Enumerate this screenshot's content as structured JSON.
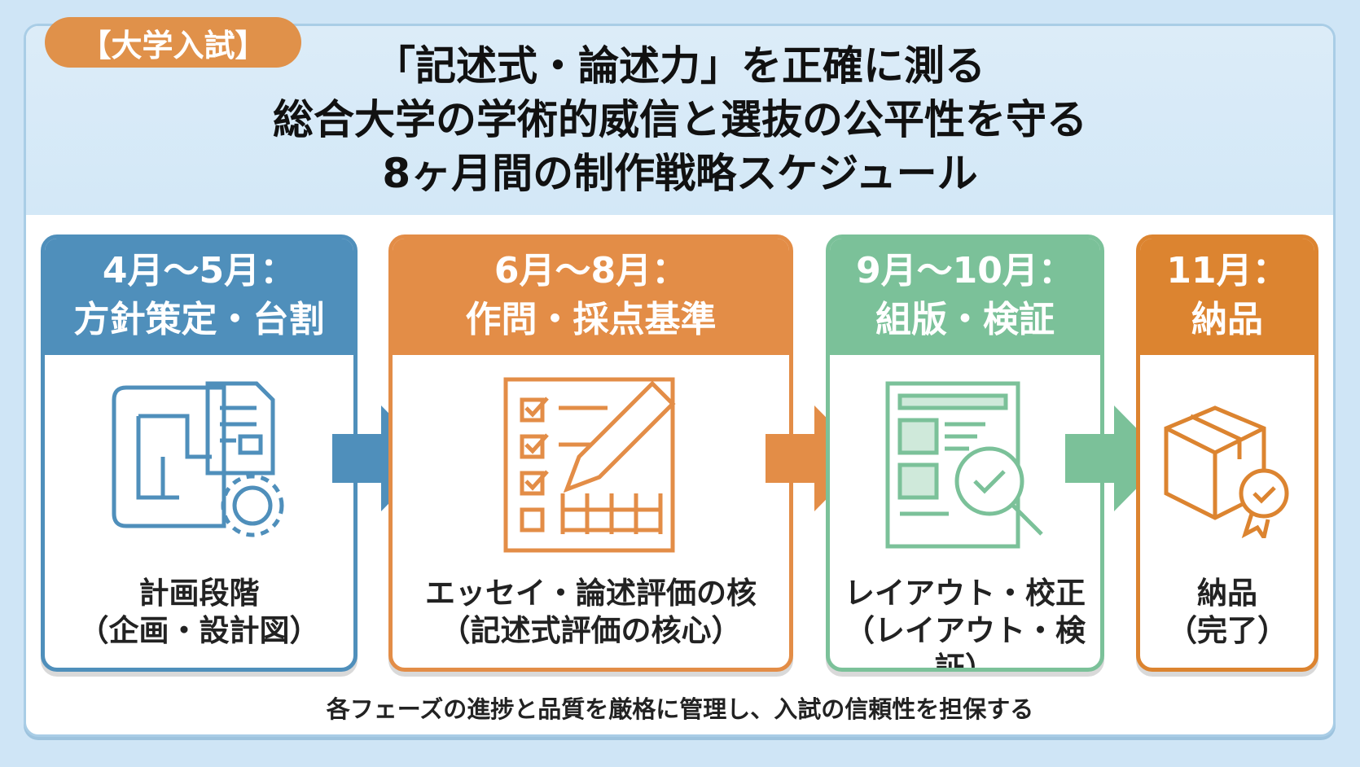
{
  "badge": "【大学入試】",
  "title": {
    "line1": "「記述式・論述力」を正確に測る",
    "line2": "総合大学の学術的威信と選抜の公平性を守る",
    "line3": "8ヶ月間の制作戦略スケジュール"
  },
  "phases": [
    {
      "period": "4月〜5月：",
      "name": "方針策定・台割",
      "label": "計画段階",
      "sub": "（企画・設計図）",
      "color": "#4f8fbb",
      "icon": "blueprint-gear-icon"
    },
    {
      "period": "6月〜8月：",
      "name": "作問・採点基準",
      "label": "エッセイ・論述評価の核",
      "sub": "（記述式評価の核心）",
      "color": "#e38d47",
      "icon": "checklist-pencil-icon"
    },
    {
      "period": "9月〜10月：",
      "name": "組版・検証",
      "label": "レイアウト・校正",
      "sub": "（レイアウト・検証）",
      "color": "#7bc199",
      "icon": "document-magnifier-icon"
    },
    {
      "period": "11月：",
      "name": "納品",
      "label": "納品",
      "sub": "（完了）",
      "color": "#dc8430",
      "icon": "box-award-icon"
    }
  ],
  "footer": "各フェーズの進捗と品質を厳格に管理し、入試の信頼性を担保する"
}
